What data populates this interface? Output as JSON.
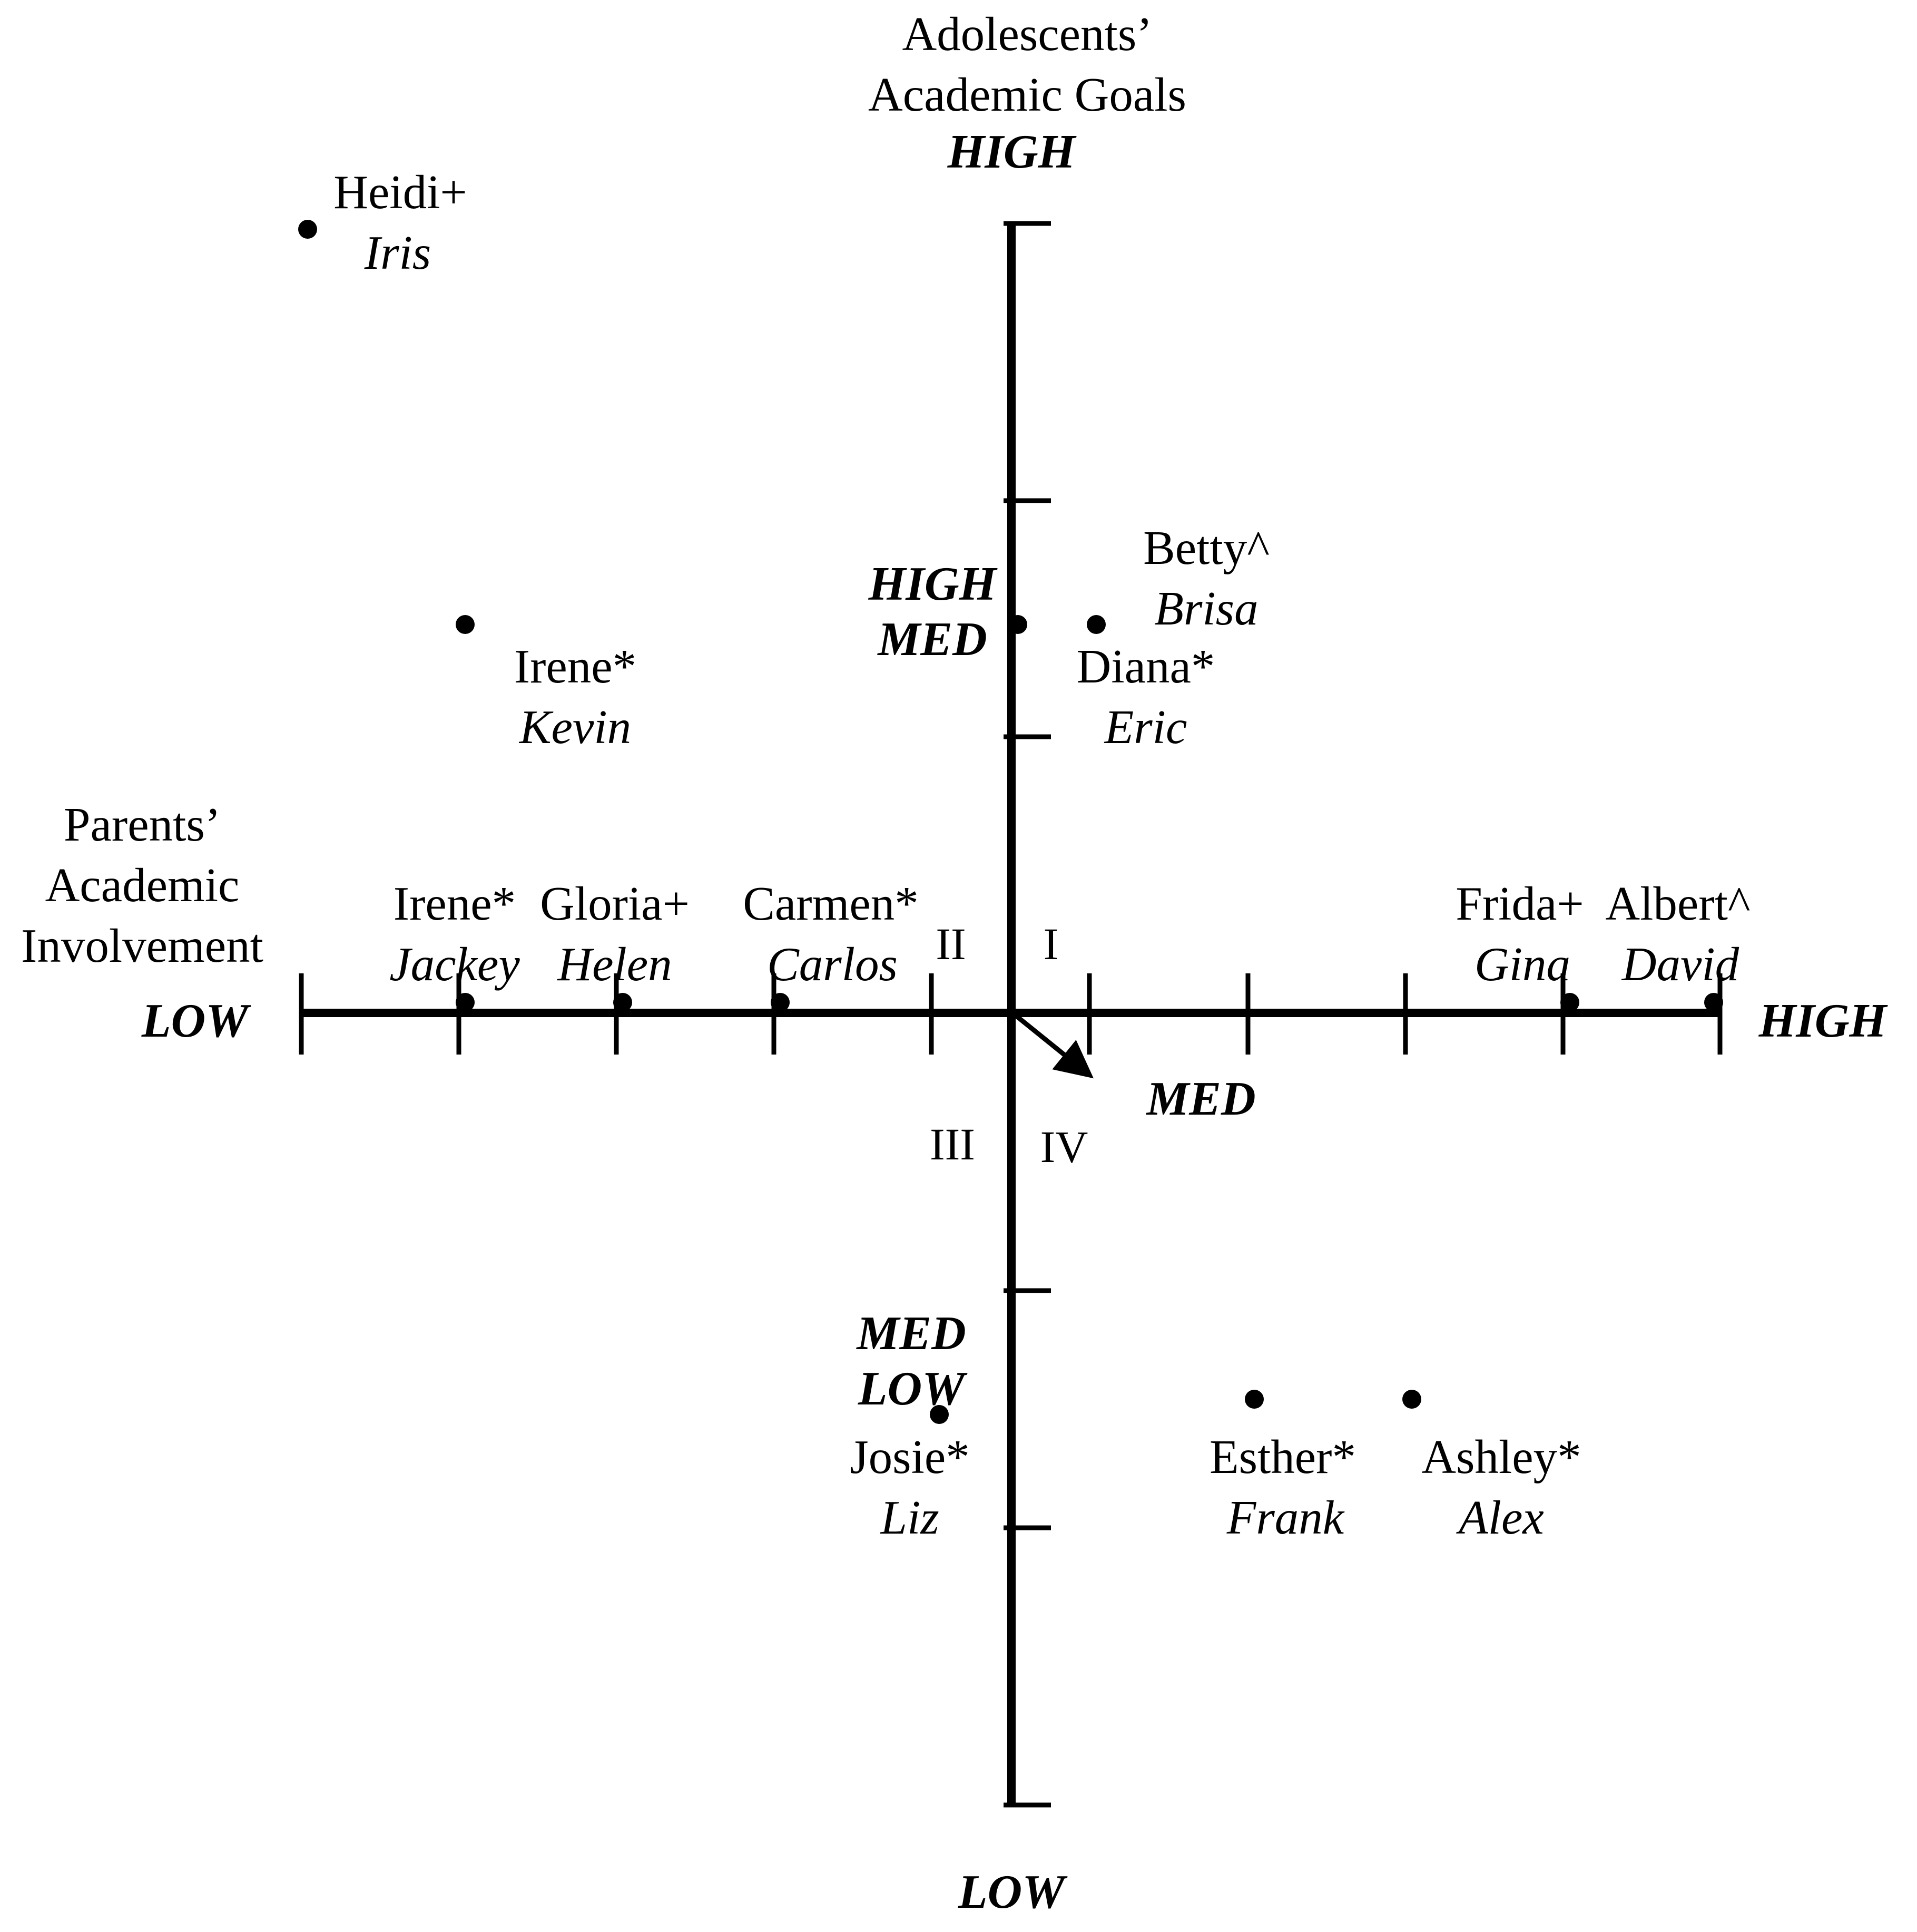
{
  "vertical_axis": {
    "title_line1": "Adolescents’",
    "title_line2": "Academic Goals",
    "high": "HIGH",
    "high_med_line1": "HIGH",
    "high_med_line2": "MED",
    "med_low_line1": "MED",
    "med_low_line2": "LOW",
    "low": "LOW"
  },
  "horizontal_axis": {
    "title_line1": "Parents’",
    "title_line2": "Academic",
    "title_line3": "Involvement",
    "low": "LOW",
    "high": "HIGH",
    "med": "MED"
  },
  "quadrants": {
    "q1": "I",
    "q2": "II",
    "q3": "III",
    "q4": "IV"
  },
  "points": [
    {
      "parent": "Heidi+",
      "child": "Iris"
    },
    {
      "parent": "Irene*",
      "child": "Kevin"
    },
    {
      "parent": "Betty^",
      "child": "Brisa"
    },
    {
      "parent": "Diana*",
      "child": "Eric"
    },
    {
      "parent": "Irene*",
      "child": "Jackey"
    },
    {
      "parent": "Gloria+",
      "child": "Helen"
    },
    {
      "parent": "Carmen*",
      "child": "Carlos"
    },
    {
      "parent": "Frida+",
      "child": "Gina"
    },
    {
      "parent": "Albert^",
      "child": "David"
    },
    {
      "parent": "Josie*",
      "child": "Liz"
    },
    {
      "parent": "Esther*",
      "child": "Frank"
    },
    {
      "parent": "Ashley*",
      "child": "Alex"
    }
  ]
}
